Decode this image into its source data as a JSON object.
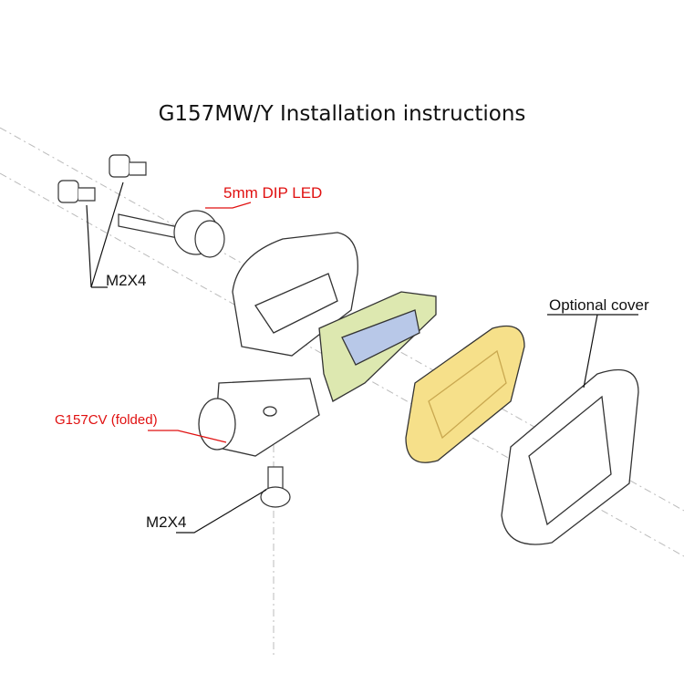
{
  "title": "G157MW/Y Installation instructions",
  "labels": {
    "led": "5mm DIP LED",
    "screws_top": "M2X4",
    "cover": "Optional cover",
    "folded": "G157CV (folded)",
    "screw_bottom": "M2X4"
  },
  "colors": {
    "callout_red": "#e01010",
    "lens_yellow": "#f6e08a",
    "pcb_green": "#c8d878"
  }
}
